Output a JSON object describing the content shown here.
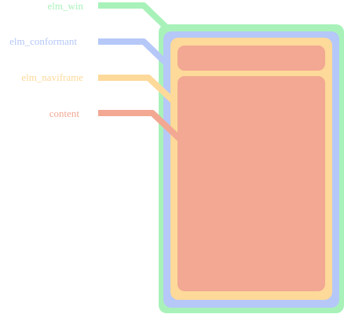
{
  "layers": [
    {
      "id": "win",
      "label": "elm_win",
      "color": "#a8f2ba"
    },
    {
      "id": "conformant",
      "label": "elm_conformant",
      "color": "#b5c8f8"
    },
    {
      "id": "naviframe",
      "label": "elm_naviframe",
      "color": "#fdd99a"
    },
    {
      "id": "content",
      "label": "content",
      "color": "#f2a892"
    }
  ]
}
